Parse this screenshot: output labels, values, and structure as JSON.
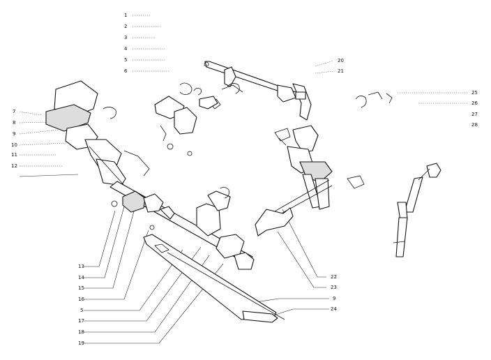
{
  "callouts": {
    "c1": "1",
    "c2": "2",
    "c3": "3",
    "c4": "4",
    "c5": "5",
    "c6": "6",
    "c7": "7",
    "c8": "8",
    "c9": "9",
    "c10": "10",
    "c11": "11",
    "c12": "12",
    "c13": "13",
    "c14": "14",
    "c15": "15",
    "c16": "16",
    "c5b": "5",
    "c17": "17",
    "c18": "18",
    "c19": "19",
    "c20": "20",
    "c21": "21",
    "c22": "22",
    "c23": "23",
    "c9b": "9",
    "c24": "24",
    "c25": "25",
    "c26": "26",
    "c27": "27",
    "c28": "28"
  }
}
